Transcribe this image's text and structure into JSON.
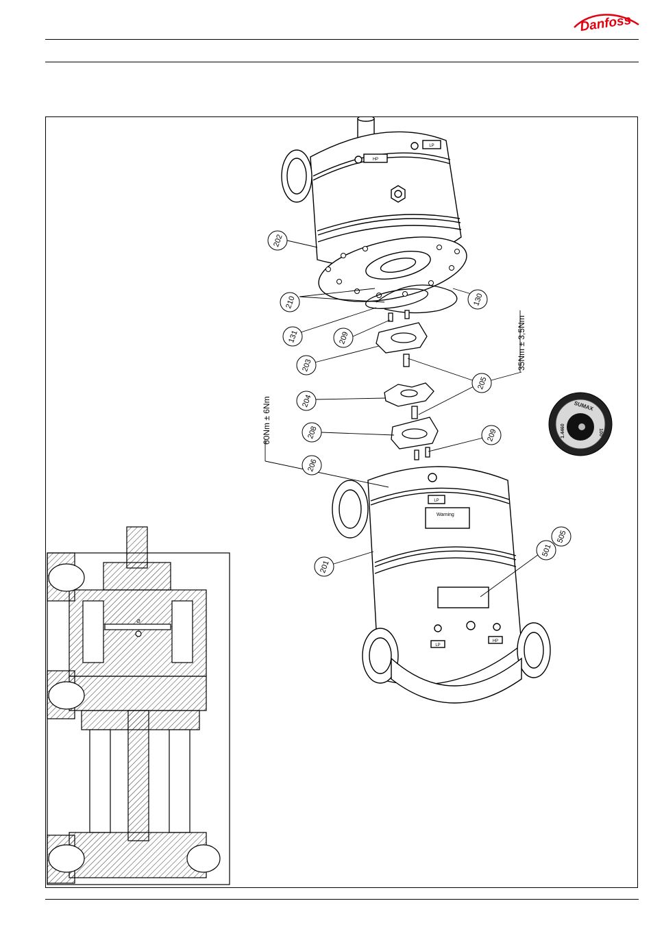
{
  "brand": {
    "name": "Danfoss",
    "color": "#e2000f"
  },
  "labels": {
    "p202": "202",
    "p210": "210",
    "p130": "130",
    "p131": "131",
    "p209a": "209",
    "p203": "203",
    "p205": "205",
    "p204": "204",
    "p208": "208",
    "p209b": "209",
    "p206": "206",
    "p201": "201",
    "p501": "501",
    "p505": "505"
  },
  "torques": {
    "t1": "35Nm ± 3,5Nm",
    "t2": "60Nm ± 6Nm"
  },
  "plates": {
    "hp_top": "HP",
    "lp_top": "LP",
    "lp_mid": "LP",
    "warning": "Warning",
    "lp_bot": "LP",
    "hp_bot": "HP"
  },
  "nut_marking": {
    "brand": "SUMAX",
    "code": "1.4460",
    "size": "100"
  },
  "section_marks": {
    "center": "Ø"
  }
}
